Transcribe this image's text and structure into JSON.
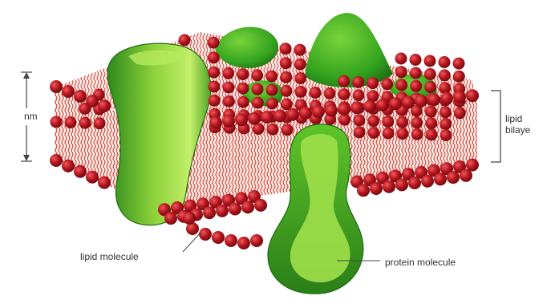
{
  "labels": {
    "thickness": "nm",
    "lipid_bilayer_line1": "lipid",
    "lipid_bilayer_line2": "bilaye",
    "lipid_molecule": "lipid molecule",
    "protein_molecule": "protein molecule"
  },
  "colors": {
    "lipid_head": "#b3141c",
    "lipid_head_highlight": "#e8474d",
    "lipid_tail": "#d82a1e",
    "protein_fill": "#8dd23a",
    "protein_shade": "#2e8a1c",
    "label_line": "#444444"
  }
}
